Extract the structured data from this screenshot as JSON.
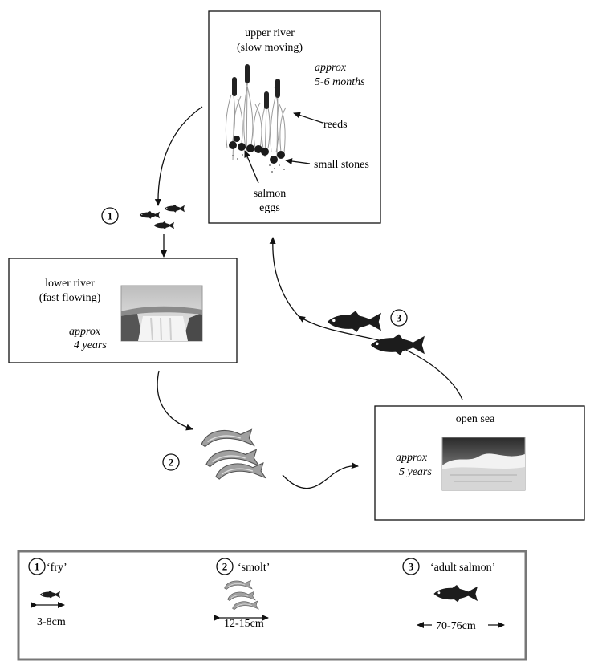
{
  "stages": {
    "upper_river": {
      "title_line1": "upper river",
      "title_line2": "(slow moving)",
      "duration_line1": "approx",
      "duration_line2": "5-6 months"
    },
    "lower_river": {
      "title_line1": "lower river",
      "title_line2": "(fast flowing)",
      "duration_line1": "approx",
      "duration_line2": "4 years"
    },
    "open_sea": {
      "title": "open sea",
      "duration_line1": "approx",
      "duration_line2": "5 years"
    }
  },
  "labels": {
    "reeds": "reeds",
    "small_stones": "small stones",
    "salmon_eggs_line1": "salmon",
    "salmon_eggs_line2": "eggs"
  },
  "markers": {
    "fry": "1",
    "smolt": "2",
    "adult": "3"
  },
  "legend": {
    "items": [
      {
        "number": "1",
        "name": "‘fry’",
        "size": "3-8cm"
      },
      {
        "number": "2",
        "name": "‘smolt’",
        "size": "12-15cm"
      },
      {
        "number": "3",
        "name": "‘adult salmon’",
        "size": "70-76cm"
      }
    ]
  },
  "colors": {
    "fish": "#1c1c1c",
    "smolt": "#9c9c9c",
    "frame": "#777777"
  }
}
